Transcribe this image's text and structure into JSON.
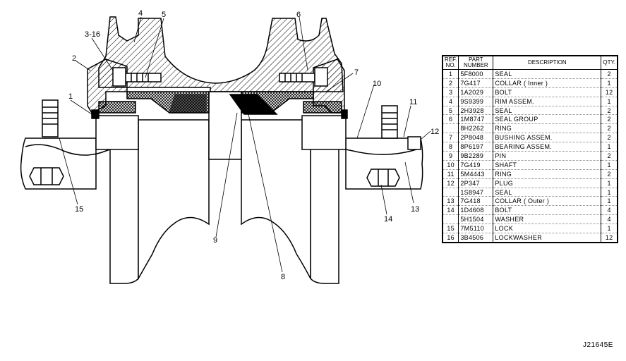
{
  "diagram": {
    "callouts": [
      "1",
      "2",
      "3-16",
      "4",
      "5",
      "6",
      "7",
      "8",
      "9",
      "10",
      "11",
      "12",
      "13",
      "14",
      "15"
    ]
  },
  "parts_table": {
    "headers": {
      "ref_no": "REF. NO.",
      "part_number": "PART NUMBER",
      "description": "DESCRIPTION",
      "qty": "QTY."
    },
    "rows": [
      {
        "ref": "1",
        "part": "5F8000",
        "desc": "SEAL",
        "qty": "2"
      },
      {
        "ref": "2",
        "part": "7G417",
        "desc": "COLLAR ( Inner )",
        "qty": "1"
      },
      {
        "ref": "3",
        "part": "1A2029",
        "desc": "BOLT",
        "qty": "12"
      },
      {
        "ref": "4",
        "part": "9S9399",
        "desc": "RIM ASSEM.",
        "qty": "1"
      },
      {
        "ref": "5",
        "part": "2H3928",
        "desc": "SEAL",
        "qty": "2"
      },
      {
        "ref": "6",
        "part": "1M8747",
        "desc": "SEAL GROUP",
        "qty": "2"
      },
      {
        "ref": "",
        "part": "8H2262",
        "desc": "RING",
        "qty": "2"
      },
      {
        "ref": "7",
        "part": "2P8048",
        "desc": "BUSHING ASSEM.",
        "qty": "2"
      },
      {
        "ref": "8",
        "part": "8P6197",
        "desc": "BEARING ASSEM.",
        "qty": "1"
      },
      {
        "ref": "9",
        "part": "9B2289",
        "desc": "PIN",
        "qty": "2"
      },
      {
        "ref": "10",
        "part": "7G419",
        "desc": "SHAFT",
        "qty": "1"
      },
      {
        "ref": "11",
        "part": "5M4443",
        "desc": "RING",
        "qty": "2"
      },
      {
        "ref": "12",
        "part": "2P347",
        "desc": "PLUG",
        "qty": "1"
      },
      {
        "ref": "",
        "part": "1S8947",
        "desc": "SEAL",
        "qty": "1"
      },
      {
        "ref": "13",
        "part": "7G418",
        "desc": "COLLAR ( Outer )",
        "qty": "1"
      },
      {
        "ref": "14",
        "part": "1D4608",
        "desc": "BOLT",
        "qty": "4"
      },
      {
        "ref": "",
        "part": "5H1504",
        "desc": "WASHER",
        "qty": "4"
      },
      {
        "ref": "15",
        "part": "7M5110",
        "desc": "LOCK",
        "qty": "1"
      },
      {
        "ref": "16",
        "part": "3B4506",
        "desc": "LOCKWASHER",
        "qty": "12"
      }
    ]
  },
  "reference_code": "J21645E"
}
